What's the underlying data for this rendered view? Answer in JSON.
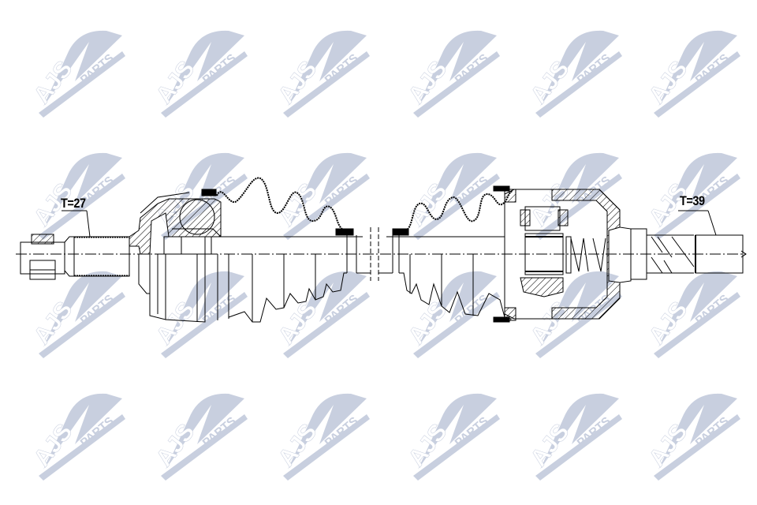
{
  "diagram": {
    "subject": "drive-shaft",
    "labels": {
      "left_spline": "T=27",
      "right_spline": "T=39"
    },
    "watermark": {
      "text_primary": "AJS",
      "text_secondary": "PARTS",
      "color": "#c5ccdd",
      "rows": 4,
      "cols": 6
    },
    "colors": {
      "line": "#000000",
      "background": "#ffffff",
      "watermark": "#c5ccdd"
    }
  }
}
